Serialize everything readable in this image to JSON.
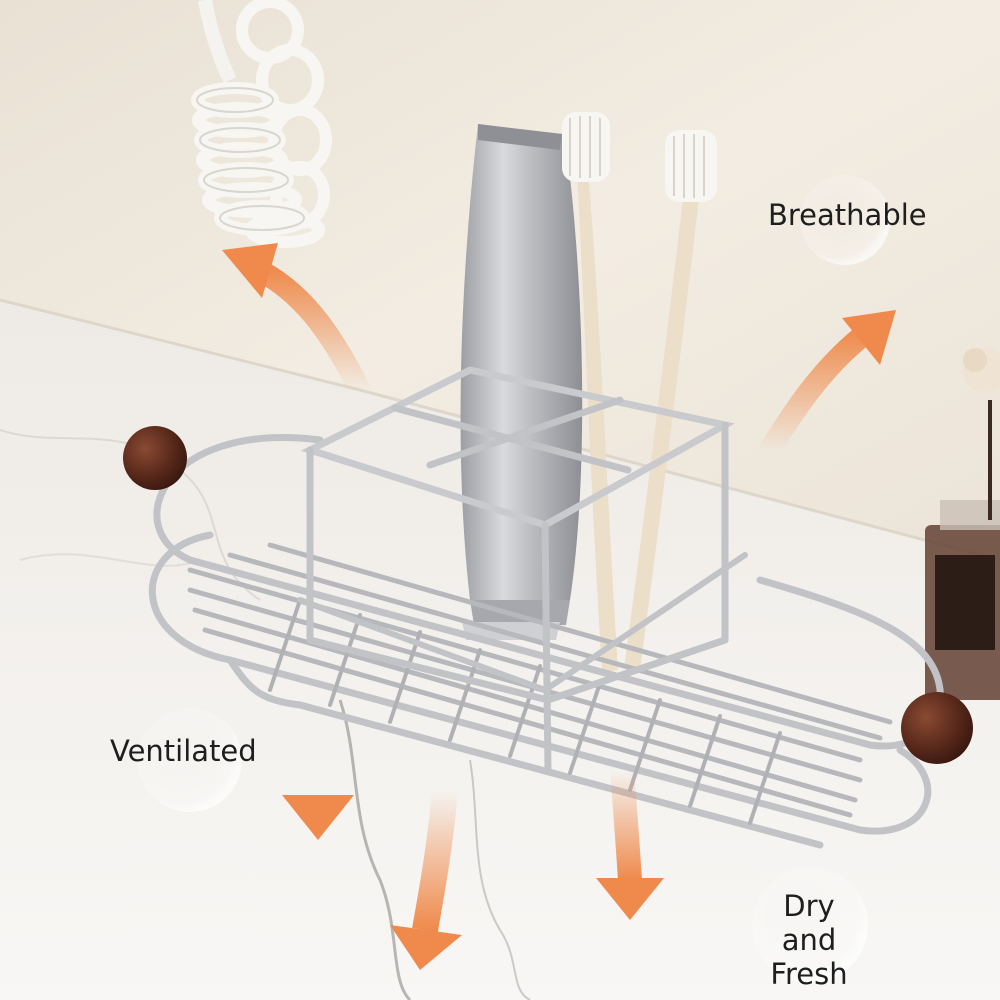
{
  "labels": {
    "breathable": "Breathable",
    "ventilated": "Ventilated",
    "dry_and_fresh": "Dry and\nFresh"
  },
  "colors": {
    "arrow": "#ef8a4c",
    "wall": "#f3eee5",
    "marble": "#f4f2ef",
    "steel": "#c9c9cc",
    "wood_ball": "#5a2a1c"
  }
}
